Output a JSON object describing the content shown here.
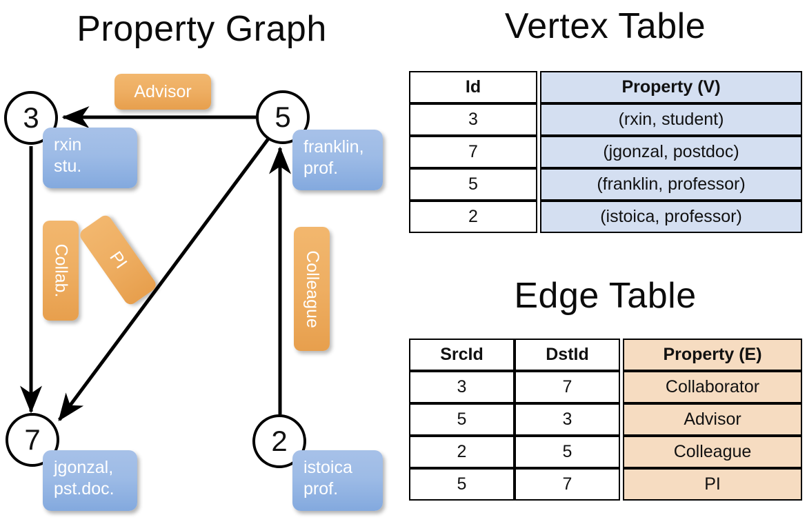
{
  "titles": {
    "property_graph": "Property Graph",
    "vertex_table": "Vertex Table",
    "edge_table": "Edge Table"
  },
  "graph": {
    "nodes": [
      {
        "id": "3",
        "property_line1": "rxin",
        "property_line2": "stu."
      },
      {
        "id": "5",
        "property_line1": "franklin,",
        "property_line2": "prof."
      },
      {
        "id": "7",
        "property_line1": "jgonzal,",
        "property_line2": "pst.doc."
      },
      {
        "id": "2",
        "property_line1": "istoica",
        "property_line2": "prof."
      }
    ],
    "edge_labels": {
      "advisor": "Advisor",
      "collab": "Collab.",
      "pi": "PI",
      "colleague": "Colleague"
    }
  },
  "vertex_table": {
    "headers": [
      "Id",
      "Property (V)"
    ],
    "rows": [
      {
        "id": "3",
        "property": "(rxin, student)"
      },
      {
        "id": "7",
        "property": "(jgonzal, postdoc)"
      },
      {
        "id": "5",
        "property": "(franklin, professor)"
      },
      {
        "id": "2",
        "property": "(istoica, professor)"
      }
    ]
  },
  "edge_table": {
    "headers": [
      "SrcId",
      "DstId",
      "Property (E)"
    ],
    "rows": [
      {
        "src": "3",
        "dst": "7",
        "property": "Collaborator"
      },
      {
        "src": "5",
        "dst": "3",
        "property": "Advisor"
      },
      {
        "src": "2",
        "dst": "5",
        "property": "Colleague"
      },
      {
        "src": "5",
        "dst": "7",
        "property": "PI"
      }
    ]
  },
  "colors": {
    "vertex_property_fill": "#d4dff1",
    "edge_property_fill": "#f6dcc1",
    "node_property_box": "#9dbbe6",
    "edge_label_box": "#eeae62",
    "stroke": "#000000"
  }
}
